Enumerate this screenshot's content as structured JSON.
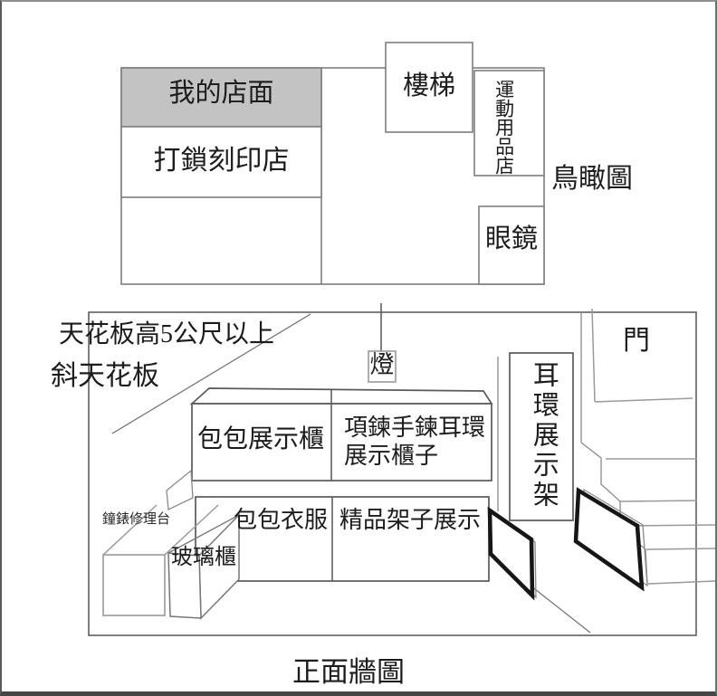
{
  "birdseye": {
    "label": "鳥瞰圖",
    "my_store": "我的店面",
    "locksmith_shop": "打鎖刻印店",
    "stairs": "樓梯",
    "sports_store": "運動用品店",
    "glasses_shop": "眼鏡"
  },
  "front_wall": {
    "label": "正面牆圖",
    "ceiling_height_note": "天花板高5公尺以上",
    "sloped_ceiling": "斜天花板",
    "lamp": "燈",
    "door": "門",
    "bag_display_cabinet": "包包展示櫃",
    "jewelry_cabinet_line1": "項鍊手鍊耳環",
    "jewelry_cabinet_line2": "展示櫃子",
    "earring_rack": "耳環展示架",
    "watch_repair_counter": "鐘錶修理台",
    "bags_clothes": "包包衣服",
    "boutique_shelf": "精品架子展示",
    "glass_cabinet": "玻璃櫃"
  },
  "colors": {
    "line_gray": "#7f7f7f",
    "dark_line": "#5a5a5a",
    "light_line": "#9a9a9a",
    "store_highlight_fill": "#c3c3c3",
    "frame_black": "#161616",
    "text": "#1c1c1c"
  }
}
